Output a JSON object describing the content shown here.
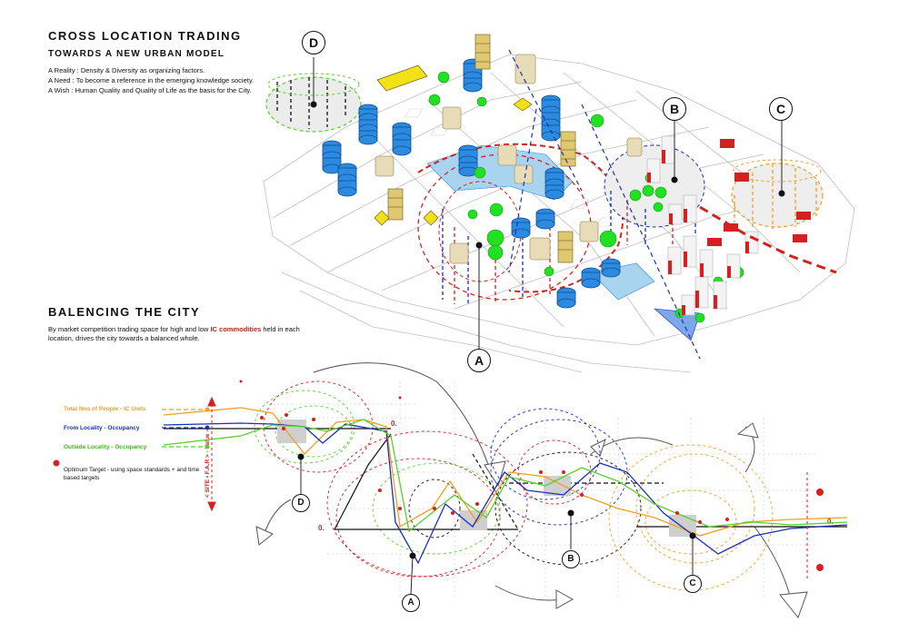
{
  "header": {
    "title": "CROSS LOCATION TRADING",
    "subtitle": "TOWARDS A NEW URBAN MODEL",
    "lines": [
      "A Reality : Density & Diversity as organizing factors.",
      "A Need : To become a reference in the emerging knowledge society.",
      "A Wish : Human Quality and Quality of Life as the basis for the City."
    ]
  },
  "balance": {
    "title": "BALENCING THE CITY",
    "text_before": "By market competition trading space for high and low ",
    "text_highlight": "IC commodities",
    "text_after": " held in each location, drives the city  towards a balanced whole."
  },
  "legend": {
    "total_people": "Total Nos of People - IC Units",
    "from_locality": "From Locality - Occupancy",
    "outside_locality": "Outside Locality - Occupancy",
    "optimum_target": "Optimum Target - using space standards + and time based targets"
  },
  "axis_label": "< SITE • F.A.R > - Value -",
  "zero_labels": [
    "0.",
    "0.",
    "0."
  ],
  "markers": {
    "a": "A",
    "b": "B",
    "c": "C",
    "d": "D"
  },
  "colors": {
    "orange": "#f0a020",
    "blue": "#1a2fb8",
    "green": "#5ad12a",
    "red": "#d42020",
    "tower_blue": "#2c8be0",
    "bright_green": "#22e022",
    "beige": "#e8dcb8"
  }
}
